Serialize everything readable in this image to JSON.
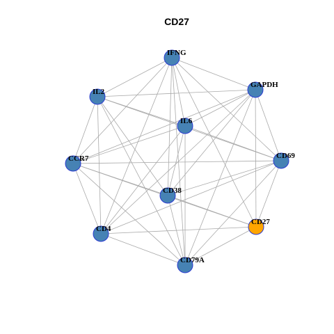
{
  "title": "CD27",
  "colors": {
    "node_default": "#4682b4",
    "node_highlight": "#ffa500",
    "node_border": "#2b3bd1",
    "edge": "#a9a9a9"
  },
  "nodes": [
    {
      "id": "IFNG",
      "label": "IFNG",
      "highlight": false
    },
    {
      "id": "GAPDH",
      "label": "GAPDH",
      "highlight": false
    },
    {
      "id": "IL2",
      "label": "IL2",
      "highlight": false
    },
    {
      "id": "IL6",
      "label": "IL6",
      "highlight": false
    },
    {
      "id": "CCR7",
      "label": "CCR7",
      "highlight": false
    },
    {
      "id": "CD69",
      "label": "CD69",
      "highlight": false
    },
    {
      "id": "CD38",
      "label": "CD38",
      "highlight": false
    },
    {
      "id": "CD4",
      "label": "CD4",
      "highlight": false
    },
    {
      "id": "CD27",
      "label": "CD27",
      "highlight": true
    },
    {
      "id": "CD79A",
      "label": "CD79A",
      "highlight": false
    }
  ],
  "edges": [
    [
      "IFNG",
      "GAPDH"
    ],
    [
      "IFNG",
      "IL2"
    ],
    [
      "IFNG",
      "IL6"
    ],
    [
      "IFNG",
      "CCR7"
    ],
    [
      "IFNG",
      "CD69"
    ],
    [
      "IFNG",
      "CD38"
    ],
    [
      "IFNG",
      "CD4"
    ],
    [
      "IFNG",
      "CD27"
    ],
    [
      "IFNG",
      "CD79A"
    ],
    [
      "GAPDH",
      "IL2"
    ],
    [
      "GAPDH",
      "IL6"
    ],
    [
      "GAPDH",
      "CCR7"
    ],
    [
      "GAPDH",
      "CD69"
    ],
    [
      "GAPDH",
      "CD38"
    ],
    [
      "GAPDH",
      "CD4"
    ],
    [
      "GAPDH",
      "CD27"
    ],
    [
      "GAPDH",
      "CD79A"
    ],
    [
      "IL2",
      "IL6"
    ],
    [
      "IL2",
      "CCR7"
    ],
    [
      "IL2",
      "CD69"
    ],
    [
      "IL2",
      "CD38"
    ],
    [
      "IL2",
      "CD4"
    ],
    [
      "IL2",
      "CD79A"
    ],
    [
      "IL6",
      "CD69"
    ],
    [
      "IL6",
      "CD38"
    ],
    [
      "IL6",
      "CD4"
    ],
    [
      "IL6",
      "CD79A"
    ],
    [
      "IL6",
      "CCR7"
    ],
    [
      "CCR7",
      "CD69"
    ],
    [
      "CCR7",
      "CD38"
    ],
    [
      "CCR7",
      "CD4"
    ],
    [
      "CCR7",
      "CD27"
    ],
    [
      "CCR7",
      "CD79A"
    ],
    [
      "CD69",
      "CD38"
    ],
    [
      "CD69",
      "CD4"
    ],
    [
      "CD69",
      "CD27"
    ],
    [
      "CD69",
      "CD79A"
    ],
    [
      "CD38",
      "CD27"
    ],
    [
      "CD38",
      "CD79A"
    ],
    [
      "CD4",
      "CD27"
    ],
    [
      "CD4",
      "CD79A"
    ],
    [
      "CD27",
      "CD79A"
    ]
  ]
}
